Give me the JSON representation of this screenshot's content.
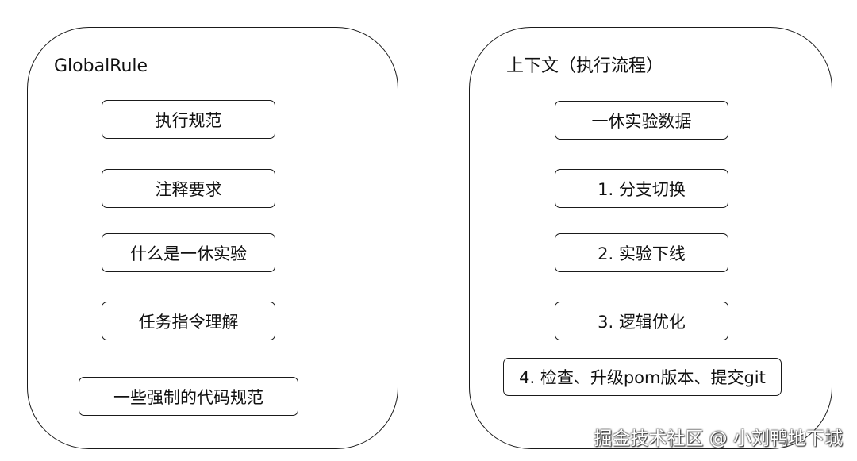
{
  "left_panel": {
    "title": "GlobalRule",
    "items": [
      "执行规范",
      "注释要求",
      "什么是一休实验",
      "任务指令理解",
      "一些强制的代码规范"
    ]
  },
  "right_panel": {
    "title": "上下文（执行流程）",
    "items": [
      "一休实验数据",
      "1. 分支切换",
      "2. 实验下线",
      "3. 逻辑优化",
      "4. 检查、升级pom版本、提交git"
    ]
  },
  "watermark": "掘金技术社区 @ 小刘鸭地下城"
}
